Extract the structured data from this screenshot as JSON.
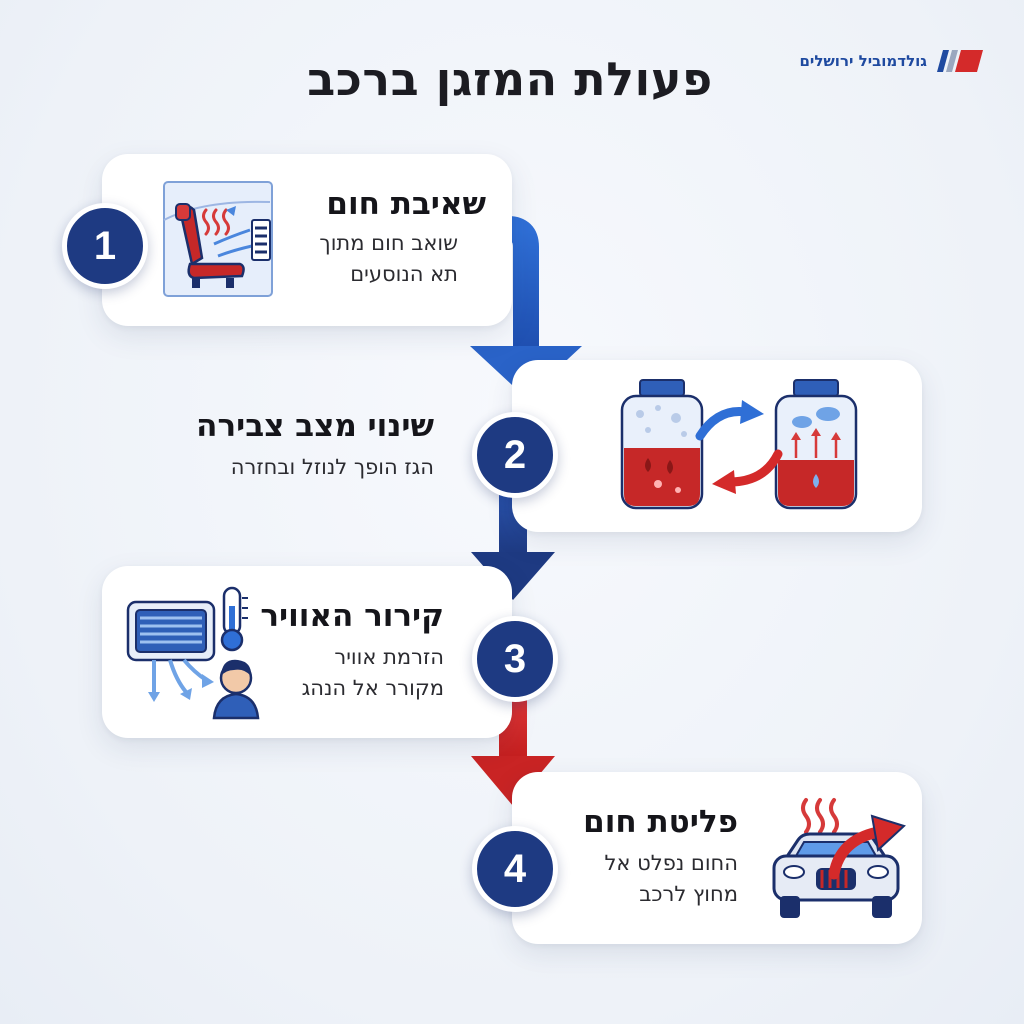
{
  "header": {
    "title": "פעולת המזגן ברכב",
    "brand_name": "גולדמוביל ירושלים"
  },
  "steps": [
    {
      "number": "1",
      "title": "שאיבת חום",
      "desc_lines": [
        "שואב חום מתוך",
        "תא הנוסעים"
      ],
      "icon": "car-seat-heat-icon"
    },
    {
      "number": "2",
      "title": "שינוי מצב צבירה",
      "desc_lines": [
        "הגז הופך לנוזל ובחזרה"
      ],
      "icon": "phase-change-jars-icon"
    },
    {
      "number": "3",
      "title": "קירור האוויר",
      "desc_lines": [
        "הזרמת אוויר",
        "מקורר אל הנהג"
      ],
      "icon": "ac-vent-driver-icon"
    },
    {
      "number": "4",
      "title": "פליטת חום",
      "desc_lines": [
        "החום נפלט אל",
        "מחוץ לרכב"
      ],
      "icon": "car-heat-exhaust-icon"
    }
  ],
  "colors": {
    "navy": "#1e3a82",
    "blue": "#2f6fd6",
    "red": "#d42a2a",
    "text": "#15151a"
  }
}
